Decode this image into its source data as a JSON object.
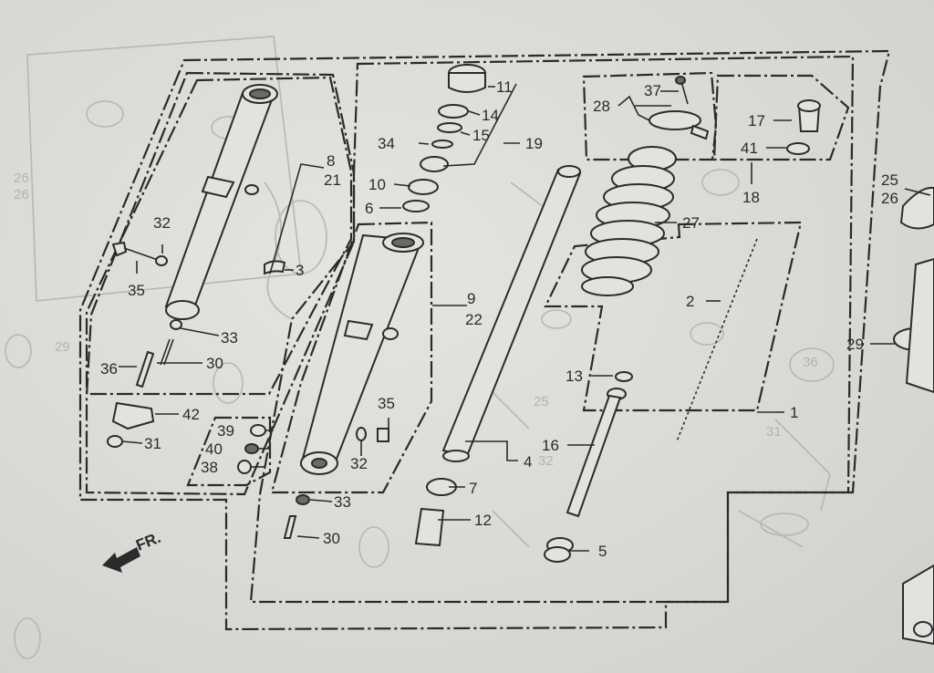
{
  "diagram": {
    "direction_label": "FR.",
    "parts": {
      "p1": "1",
      "p2": "2",
      "p3": "3",
      "p4": "4",
      "p5": "5",
      "p6": "6",
      "p7": "7",
      "p8": "8",
      "p9": "9",
      "p10": "10",
      "p11": "11",
      "p12": "12",
      "p13": "13",
      "p14": "14",
      "p15": "15",
      "p16": "16",
      "p17": "17",
      "p18": "18",
      "p19": "19",
      "p21": "21",
      "p22": "22",
      "p25": "25",
      "p26": "26",
      "p27": "27",
      "p28": "28",
      "p29": "29",
      "p30a": "30",
      "p30b": "30",
      "p31": "31",
      "p32a": "32",
      "p32b": "32",
      "p33a": "33",
      "p33b": "33",
      "p34": "34",
      "p35a": "35",
      "p35b": "35",
      "p36": "36",
      "p37": "37",
      "p38": "38",
      "p39": "39",
      "p40": "40",
      "p41": "41",
      "p42": "42"
    }
  }
}
